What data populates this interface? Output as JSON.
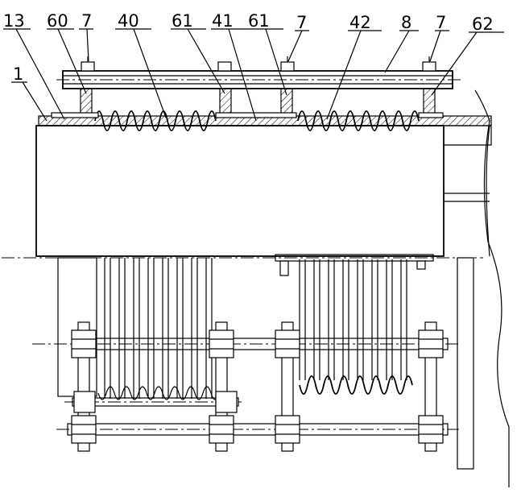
{
  "labels": {
    "l13": "13",
    "l60": "60",
    "l7a": "7",
    "l40": "40",
    "l61a": "61",
    "l41": "41",
    "l61b": "61",
    "l7b": "7",
    "l42": "42",
    "l8": "8",
    "l7c": "7",
    "l62": "62",
    "l1": "1"
  }
}
